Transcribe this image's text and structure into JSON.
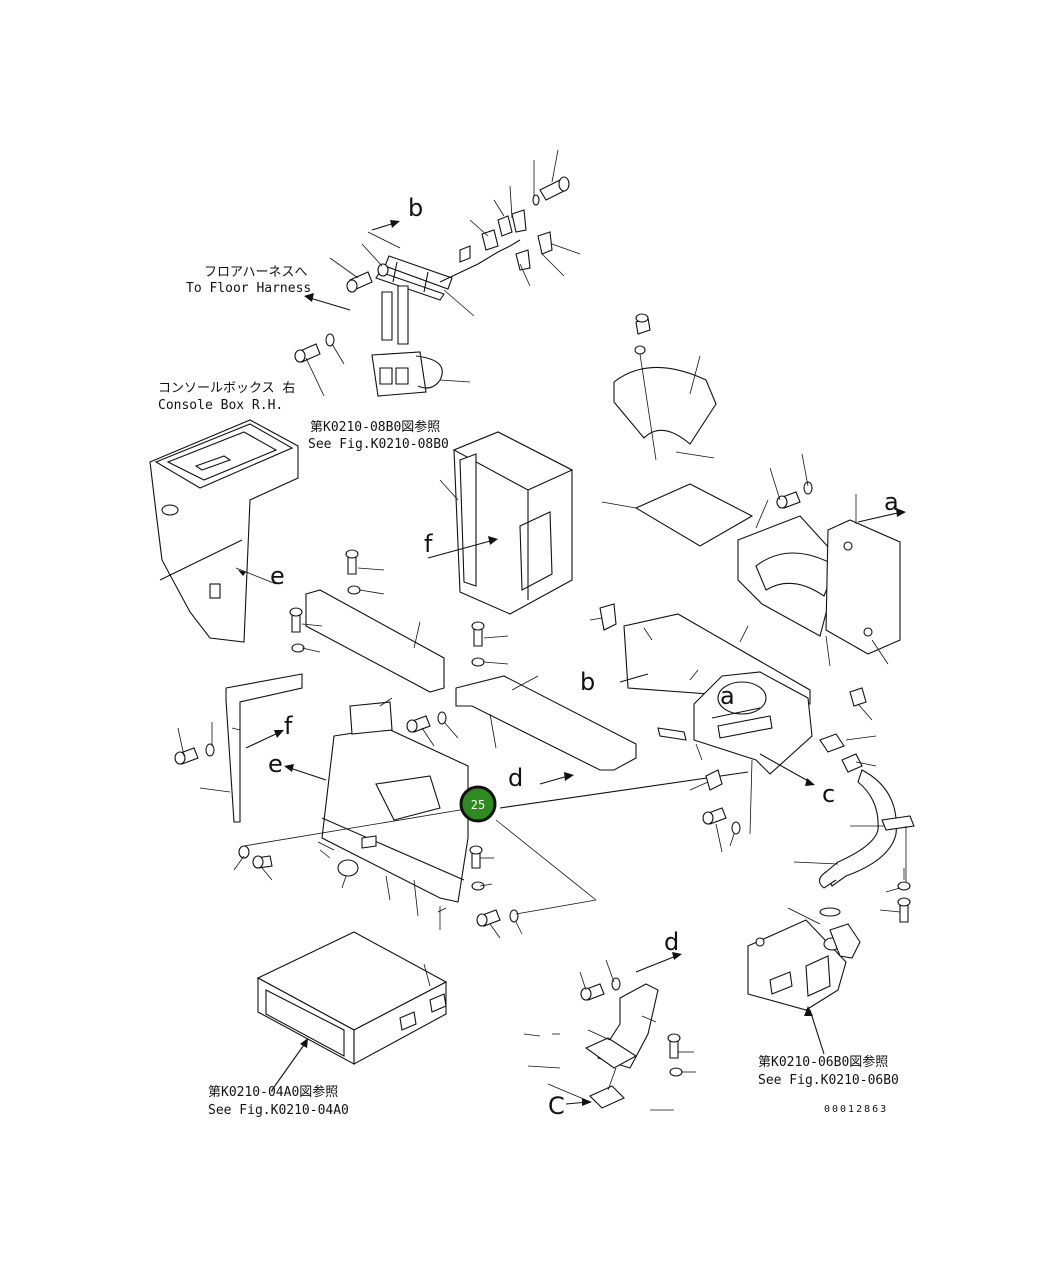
{
  "labels": {
    "floor_harness_jp": "フロアハーネスへ",
    "floor_harness_en": "To Floor Harness",
    "console_box_jp": "コンソールボックス 右",
    "console_box_en": "Console Box R.H.",
    "ref_08b0_jp": "第K0210-08B0図参照",
    "ref_08b0_en": "See Fig.K0210-08B0",
    "ref_04a0_jp": "第K0210-04A0図参照",
    "ref_04a0_en": "See Fig.K0210-04A0",
    "ref_06b0_jp": "第K0210-06B0図参照",
    "ref_06b0_en": "See Fig.K0210-06B0",
    "drawing_number": "00012863"
  },
  "connection_letters": {
    "b_top": "b",
    "b_right": "b",
    "a_right": "a",
    "a_center": "a",
    "c_right": "c",
    "c_bottom": "C",
    "d_center": "d",
    "d_bottom": "d",
    "e_left": "e",
    "e_center": "e",
    "f_center": "f",
    "f_left": "f"
  },
  "callout": {
    "number": "25",
    "color": "#2e8b1f"
  }
}
